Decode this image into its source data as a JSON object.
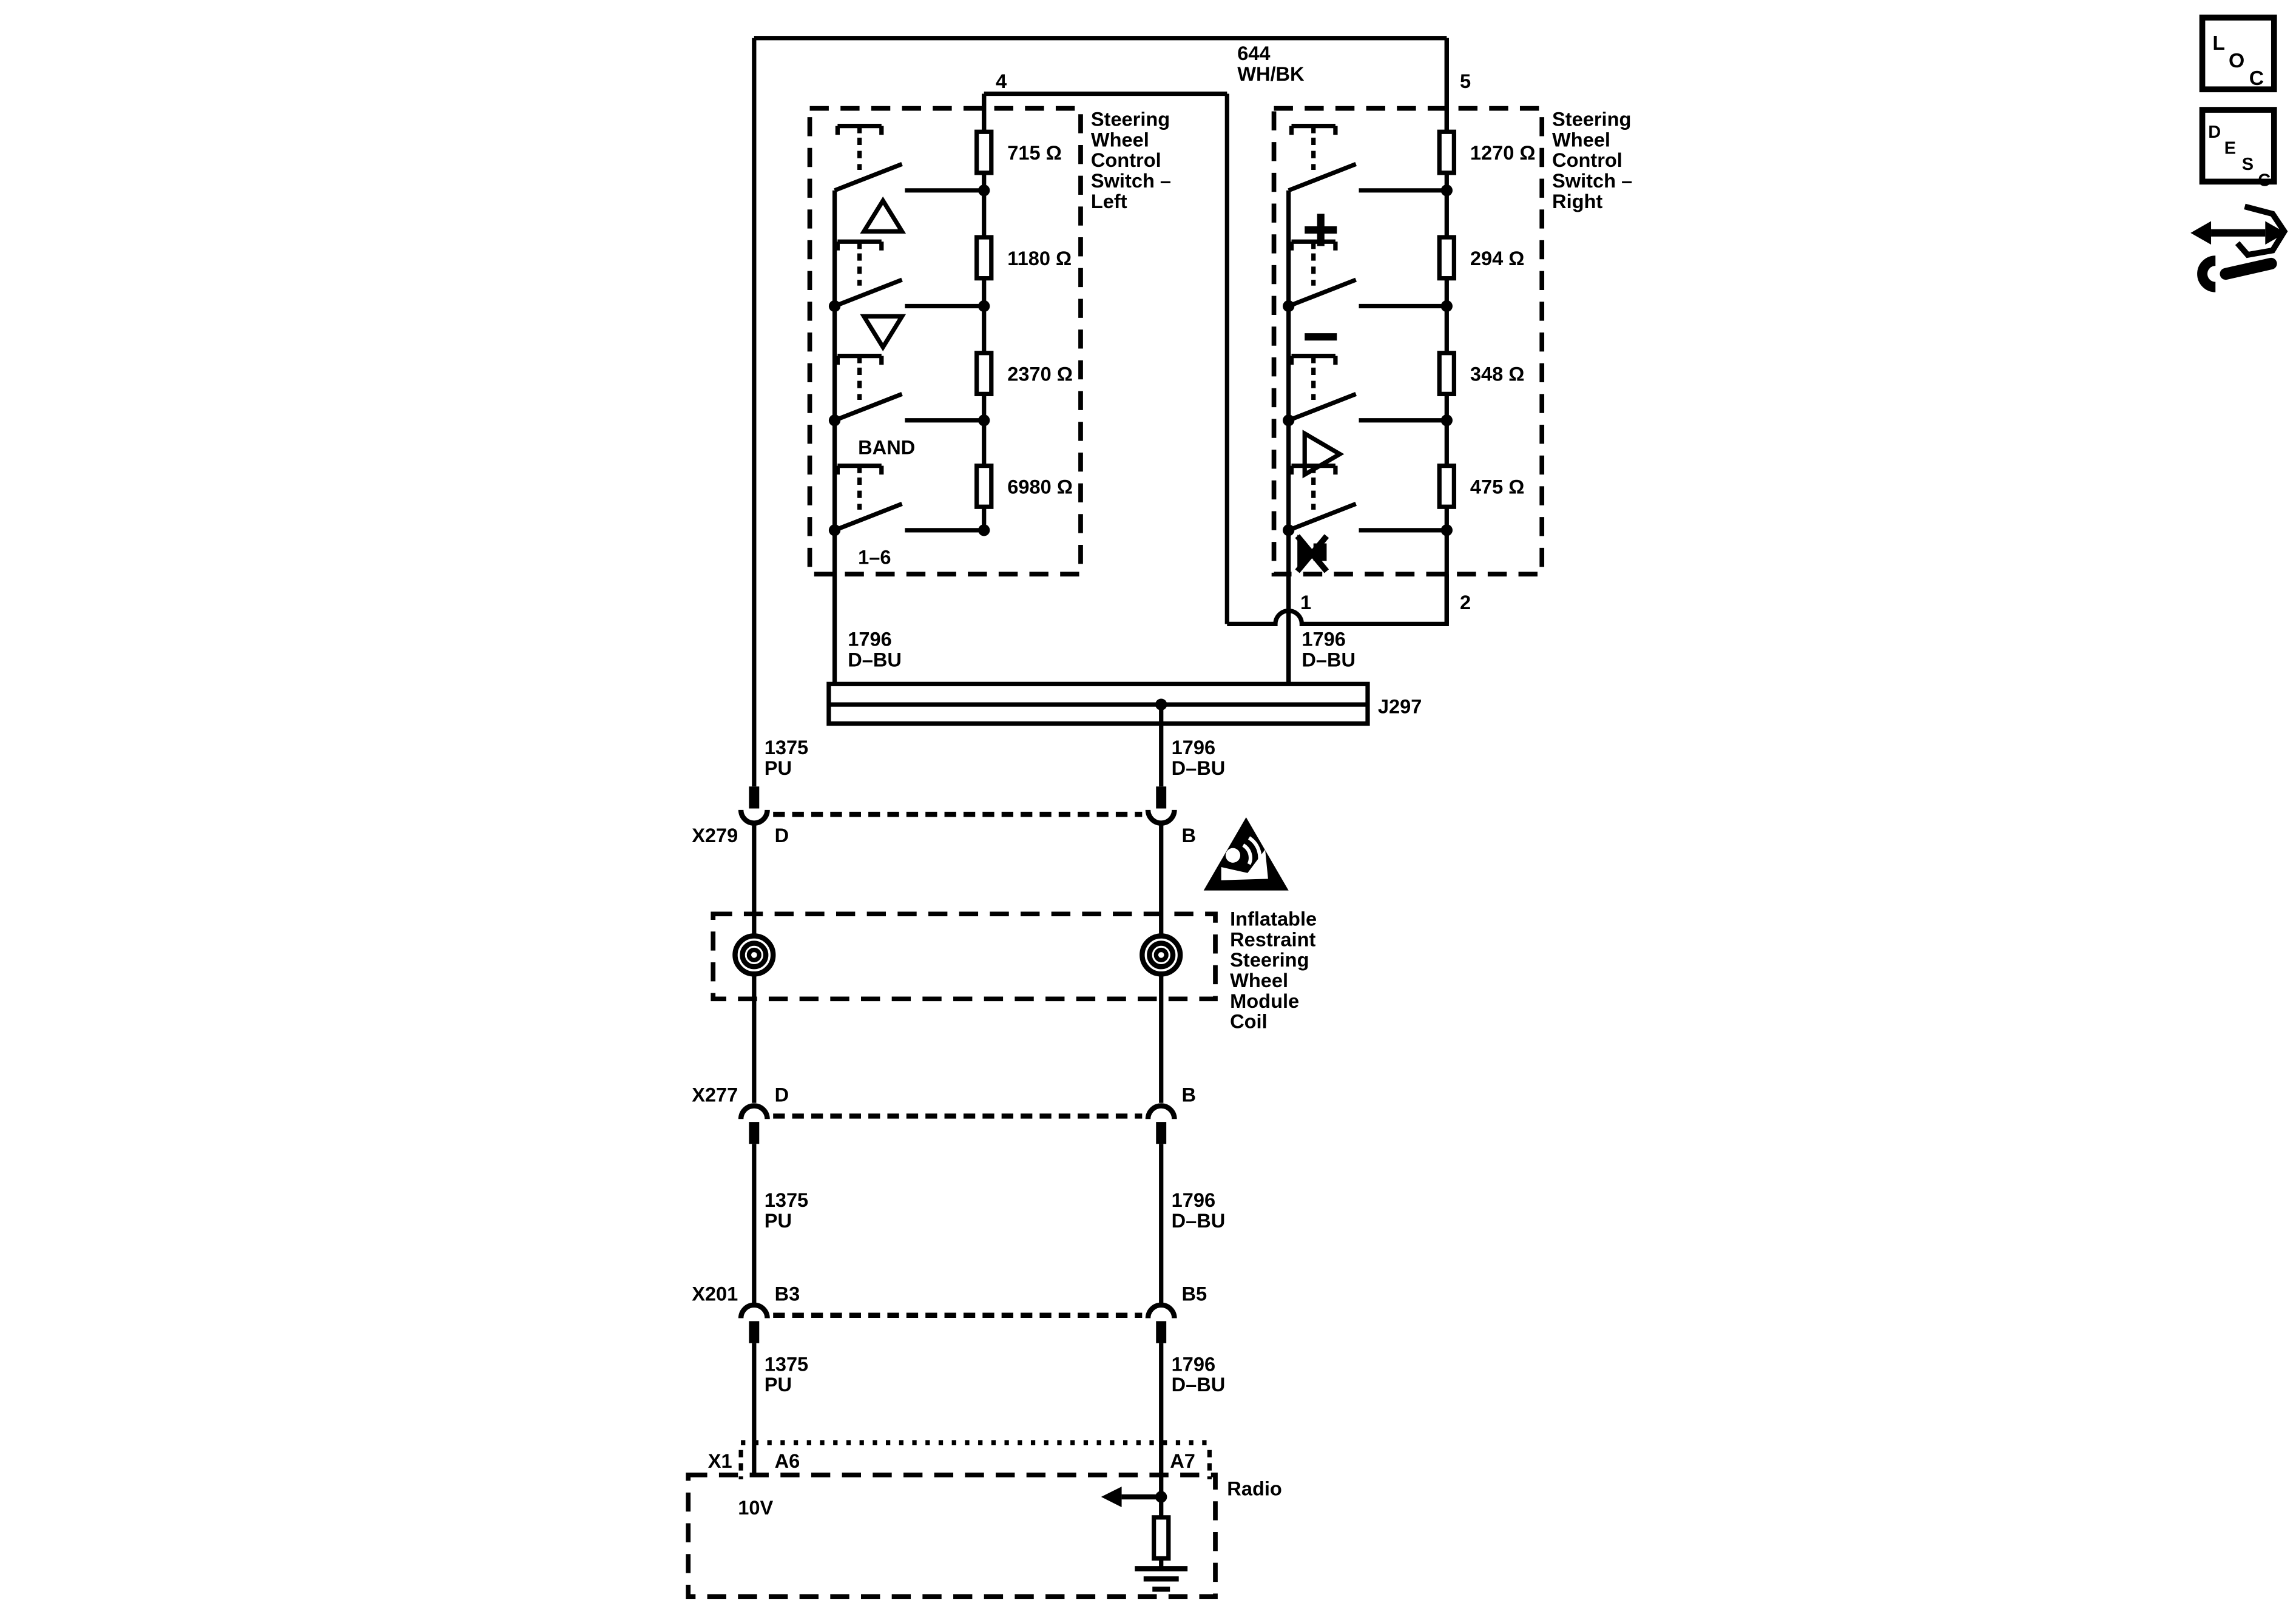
{
  "corner": {
    "loc": [
      "L",
      "O",
      "C"
    ],
    "desc": [
      "D",
      "E",
      "S",
      "C"
    ]
  },
  "top_wire": {
    "num": "644",
    "color": "WH/BK"
  },
  "left_switch": {
    "pin": "4",
    "title": [
      "Steering",
      "Wheel",
      "Control",
      "Switch –",
      "Left"
    ],
    "r1": "715 Ω",
    "r2": "1180 Ω",
    "r3": "2370 Ω",
    "r4": "6980 Ω",
    "band": "BAND",
    "preset": "1–6"
  },
  "right_switch": {
    "pin": "5",
    "pin1": "1",
    "pin2": "2",
    "title": [
      "Steering",
      "Wheel",
      "Control",
      "Switch –",
      "Right"
    ],
    "r1": "1270 Ω",
    "r2": "294 Ω",
    "r3": "348 Ω",
    "r4": "475 Ω"
  },
  "splice": {
    "id": "J297",
    "left_wire": [
      "1796",
      "D–BU"
    ],
    "right_wire": [
      "1796",
      "D–BU"
    ]
  },
  "x279": {
    "id": "X279",
    "pin_l": "D",
    "pin_r": "B",
    "wire_l": [
      "1375",
      "PU"
    ],
    "wire_r": [
      "1796",
      "D–BU"
    ]
  },
  "coil": {
    "title": [
      "Inflatable",
      "Restraint",
      "Steering",
      "Wheel",
      "Module",
      "Coil"
    ]
  },
  "x277": {
    "id": "X277",
    "pin_l": "D",
    "pin_r": "B",
    "wire_l": [
      "1375",
      "PU"
    ],
    "wire_r": [
      "1796",
      "D–BU"
    ]
  },
  "x201": {
    "id": "X201",
    "pin_l": "B3",
    "pin_r": "B5",
    "wire_l": [
      "1375",
      "PU"
    ],
    "wire_r": [
      "1796",
      "D–BU"
    ]
  },
  "x1": {
    "id": "X1",
    "pin_l": "A6",
    "pin_r": "A7"
  },
  "radio": {
    "id": "Radio",
    "voltage": "10V"
  }
}
